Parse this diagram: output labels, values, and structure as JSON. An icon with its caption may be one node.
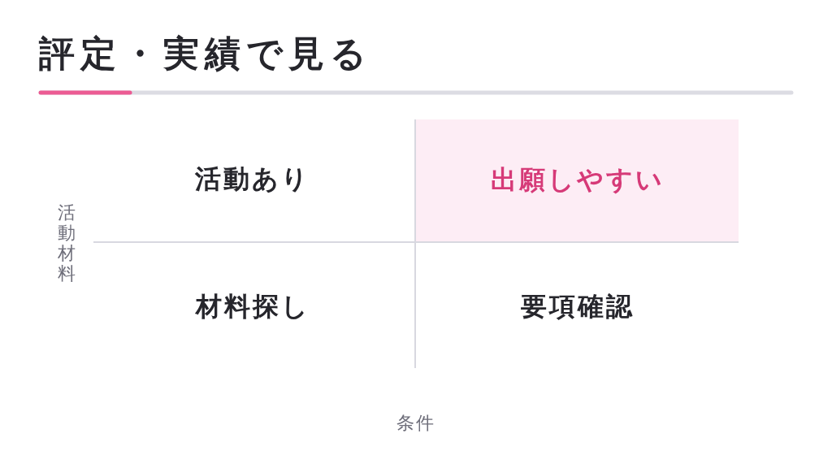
{
  "diagram": {
    "title": "評定・実績で見る",
    "nodes": [
      {
        "text": [
          "活動あり"
        ]
      },
      {
        "text": [
          "出願しやすい"
        ]
      },
      {
        "text": [
          "材料探し"
        ]
      },
      {
        "text": [
          "要項確認"
        ]
      }
    ],
    "labels": [
      "活動材料",
      "条件"
    ]
  }
}
